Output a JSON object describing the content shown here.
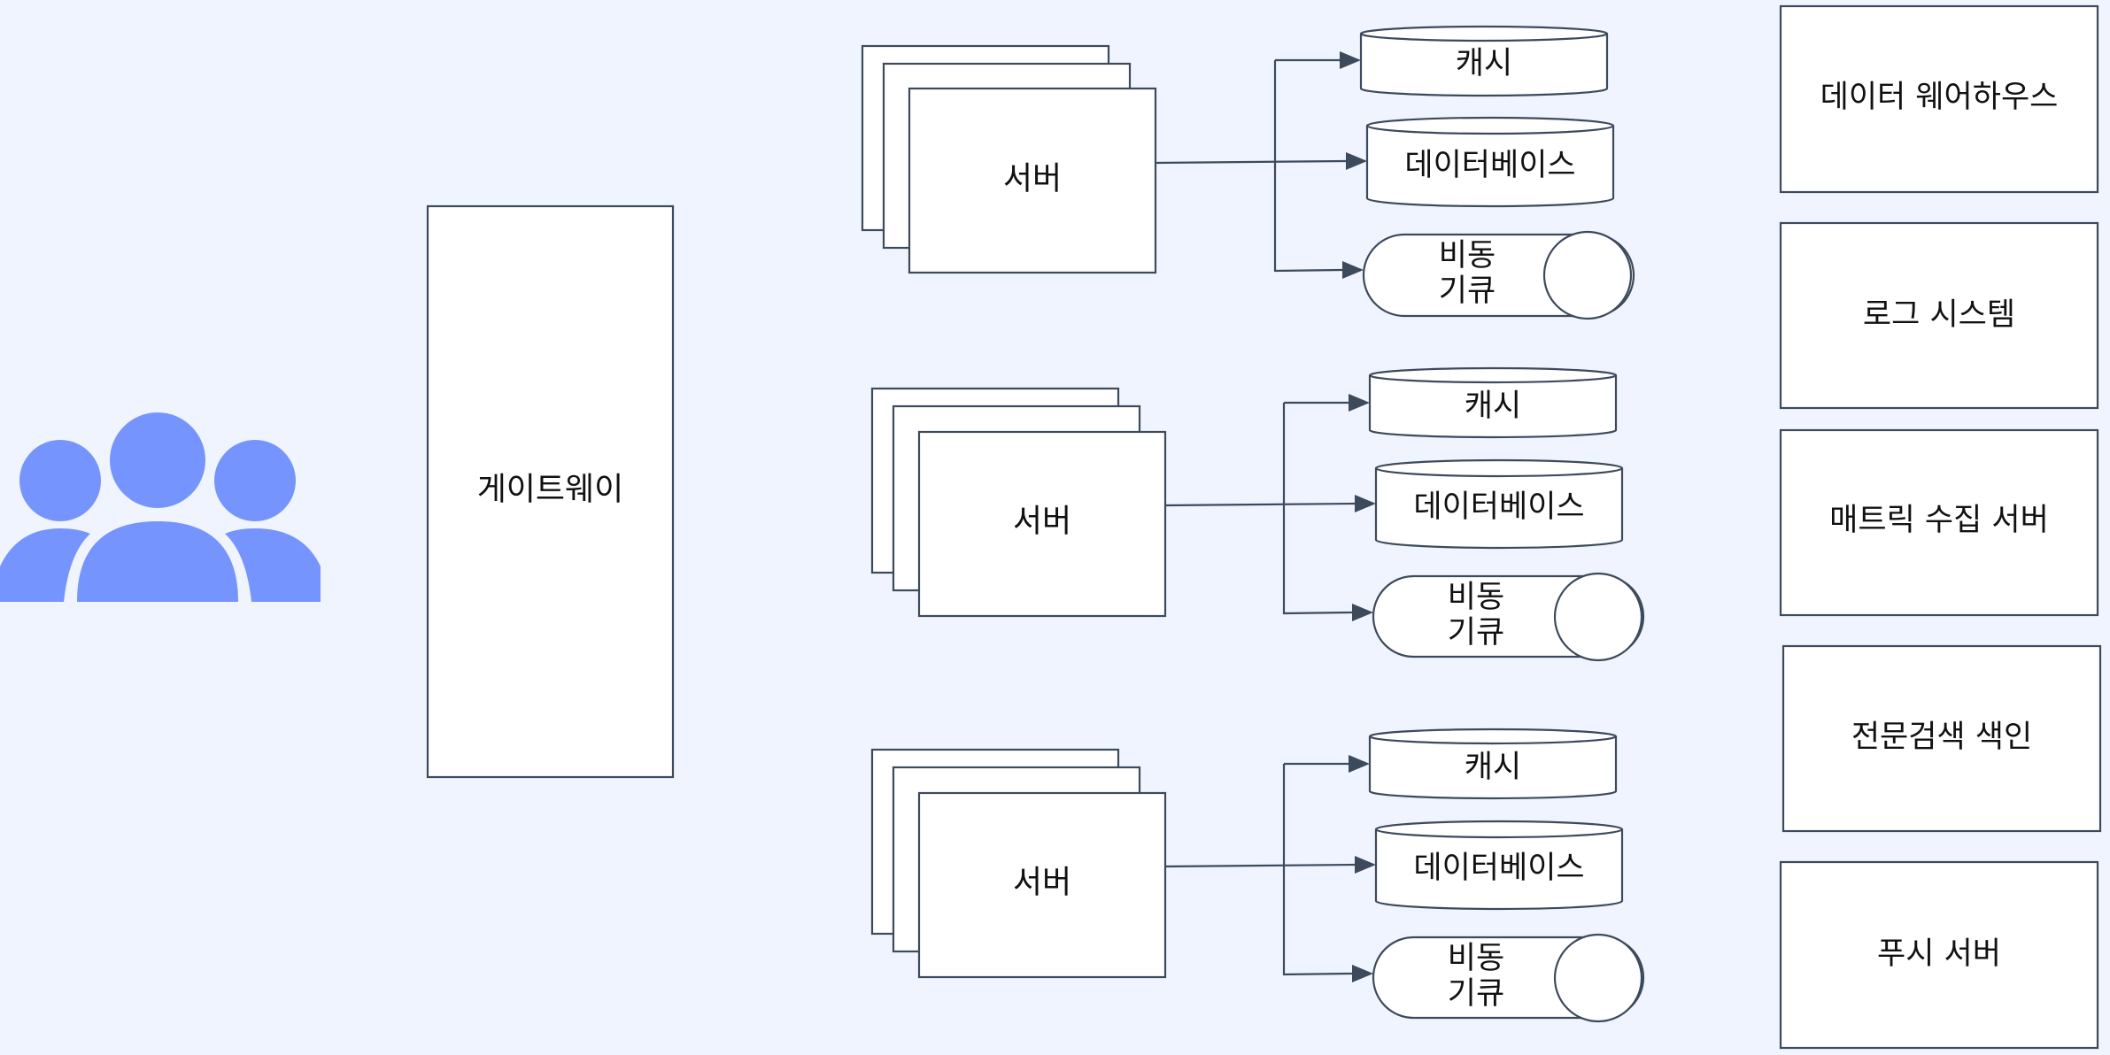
{
  "colors": {
    "background": "#eff4fe",
    "users_icon": "#7694fe",
    "stroke": "#3d4a5c",
    "box_fill": "#ffffff"
  },
  "users": {
    "icon": "users-group-icon"
  },
  "gateway": {
    "label": "게이트웨이"
  },
  "clusters": [
    {
      "server_label": "서버",
      "cache_label": "캐시",
      "database_label": "데이터베이스",
      "queue_label_line1": "비동",
      "queue_label_line2": "기큐"
    },
    {
      "server_label": "서버",
      "cache_label": "캐시",
      "database_label": "데이터베이스",
      "queue_label_line1": "비동",
      "queue_label_line2": "기큐"
    },
    {
      "server_label": "서버",
      "cache_label": "캐시",
      "database_label": "데이터베이스",
      "queue_label_line1": "비동",
      "queue_label_line2": "기큐"
    }
  ],
  "shared_services": [
    {
      "label": "데이터 웨어하우스"
    },
    {
      "label": "로그 시스템"
    },
    {
      "label": "매트릭 수집 서버"
    },
    {
      "label": "전문검색 색인"
    },
    {
      "label": "푸시 서버"
    }
  ]
}
